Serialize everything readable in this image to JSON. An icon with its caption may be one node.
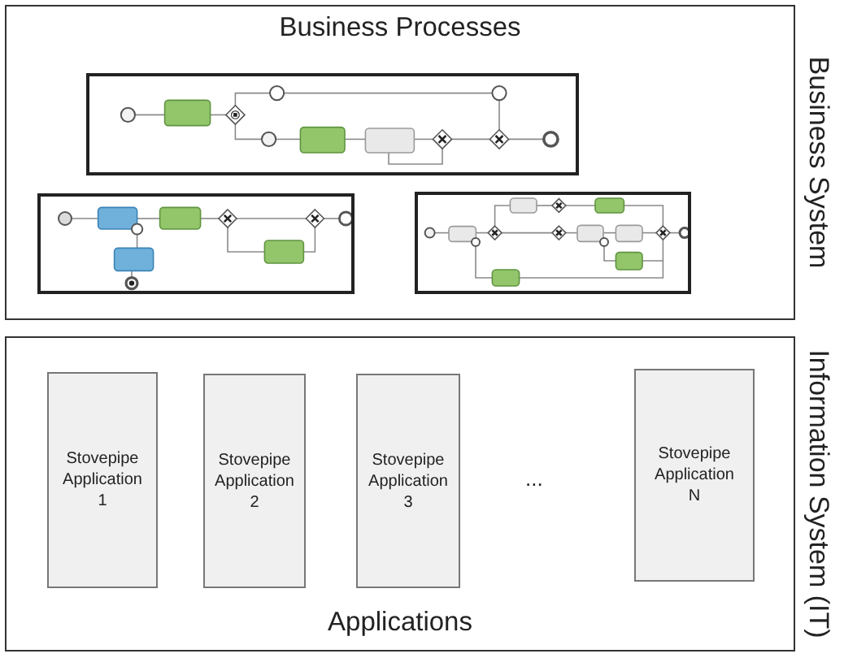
{
  "diagram": {
    "nodes": [
      {
        "text": [
          "Business Processes"
        ],
        "beside": [
          "Business System"
        ]
      },
      {
        "text": [],
        "shape": "picture",
        "in": 0
      },
      {
        "text": [],
        "shape": "picture",
        "in": 0
      },
      {
        "text": [],
        "shape": "picture",
        "in": 0
      },
      {
        "text": [
          "Applications"
        ],
        "beside": [
          "Information System (IT)"
        ]
      },
      {
        "text": [
          "Stovepipe Application 1"
        ],
        "in": 4
      },
      {
        "text": [
          "Stovepipe Application 2"
        ],
        "in": 4
      },
      {
        "text": [
          "Stovepipe Application 3"
        ],
        "in": 4
      },
      {
        "text": [
          "Stovepipe Application N"
        ],
        "in": 4
      }
    ],
    "labels": [
      "..."
    ]
  }
}
